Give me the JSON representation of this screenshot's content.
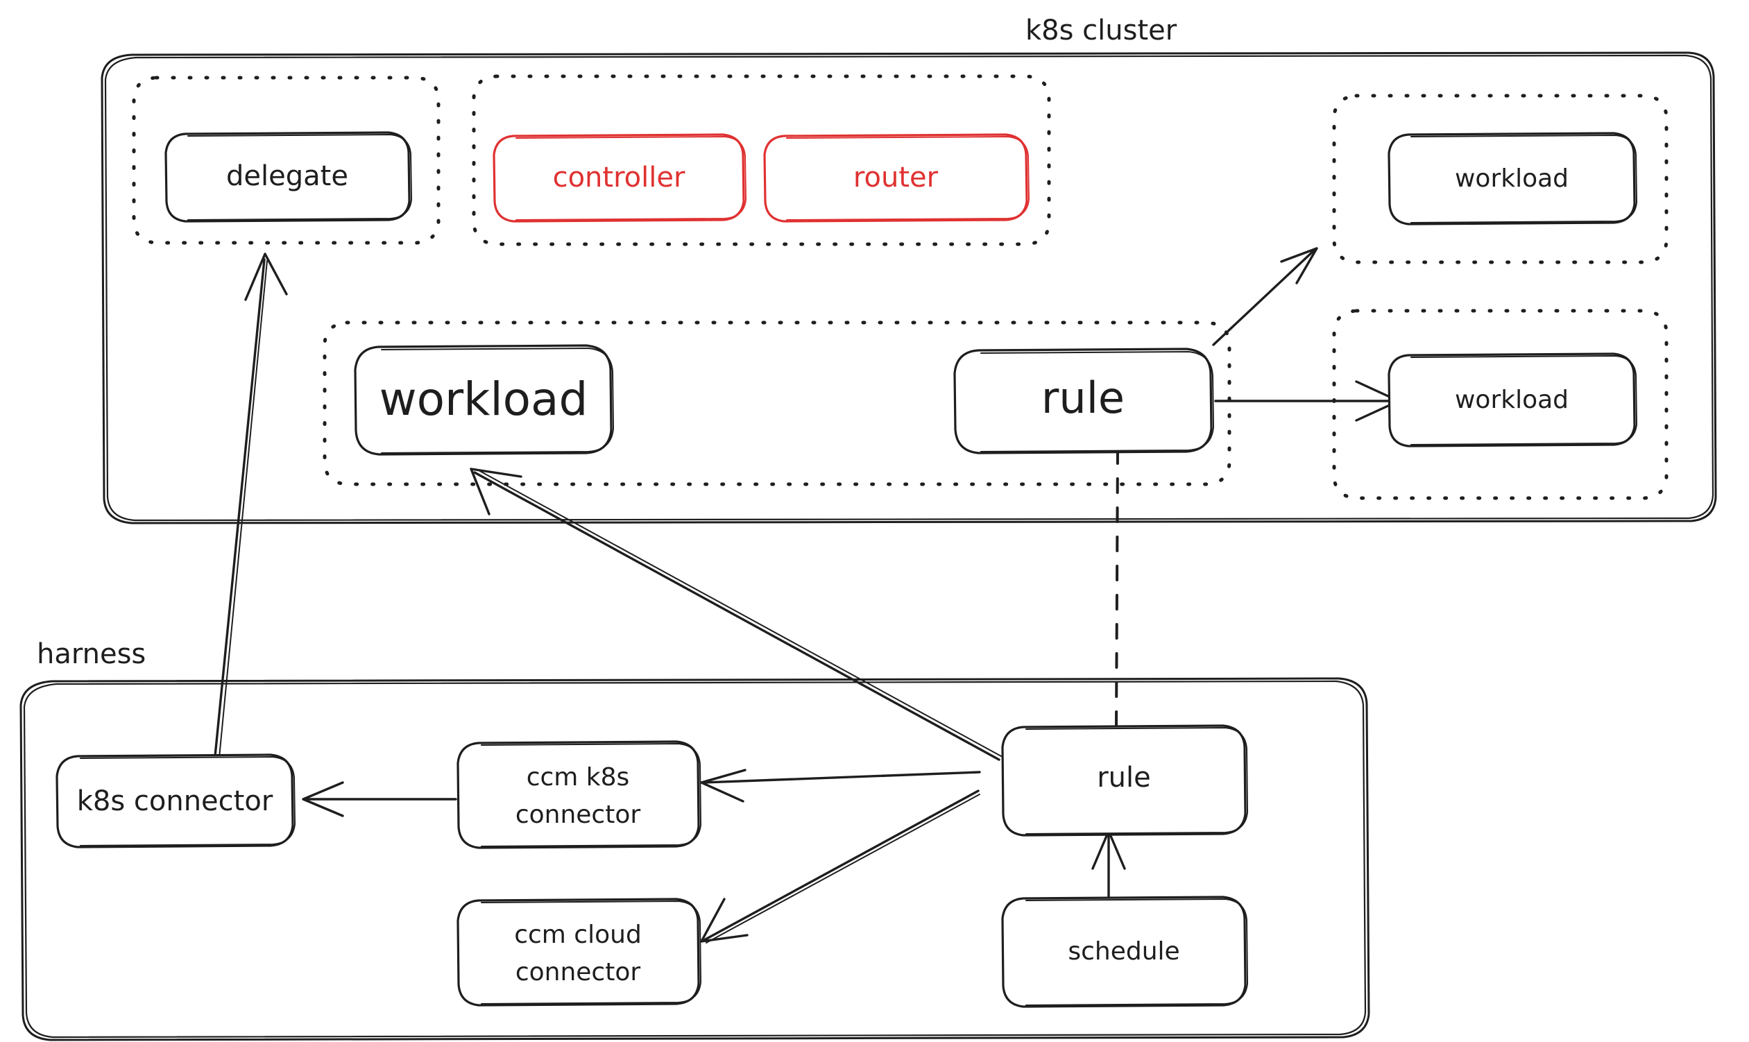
{
  "diagram": {
    "type": "architecture-diagram",
    "style": "hand-drawn",
    "background": "#ffffff",
    "stroke_color": "#1e1e1e",
    "accent_color": "#e03131"
  },
  "groups": [
    {
      "id": "k8s-cluster",
      "label": "k8s cluster",
      "label_align": "top-center",
      "border": "solid"
    },
    {
      "id": "harness",
      "label": "harness",
      "label_align": "top-left",
      "border": "solid"
    }
  ],
  "subgroups": [
    {
      "id": "delegate-ns",
      "label": "",
      "border": "dotted",
      "parent": "k8s-cluster"
    },
    {
      "id": "system-ns",
      "label": "",
      "border": "dotted",
      "parent": "k8s-cluster"
    },
    {
      "id": "workload-ns-top",
      "label": "",
      "border": "dotted",
      "parent": "k8s-cluster"
    },
    {
      "id": "workload-ns-bottom",
      "label": "",
      "border": "dotted",
      "parent": "k8s-cluster"
    },
    {
      "id": "app-ns",
      "label": "",
      "border": "dotted",
      "parent": "k8s-cluster"
    }
  ],
  "nodes": [
    {
      "id": "delegate",
      "label": "delegate",
      "color": "#1e1e1e",
      "size": "md",
      "group": "delegate-ns"
    },
    {
      "id": "controller",
      "label": "controller",
      "color": "#e03131",
      "size": "md",
      "group": "system-ns"
    },
    {
      "id": "router",
      "label": "router",
      "color": "#e03131",
      "size": "md",
      "group": "system-ns"
    },
    {
      "id": "workload-top-right",
      "label": "workload",
      "color": "#1e1e1e",
      "size": "sm",
      "group": "workload-ns-top"
    },
    {
      "id": "workload-bot-right",
      "label": "workload",
      "color": "#1e1e1e",
      "size": "sm",
      "group": "workload-ns-bottom"
    },
    {
      "id": "workload-main",
      "label": "workload",
      "color": "#1e1e1e",
      "size": "xl",
      "group": "app-ns"
    },
    {
      "id": "rule-cluster",
      "label": "rule",
      "color": "#1e1e1e",
      "size": "lg",
      "group": "app-ns"
    },
    {
      "id": "k8s-connector",
      "label": "k8s connector",
      "color": "#1e1e1e",
      "size": "md",
      "group": "harness"
    },
    {
      "id": "ccm-k8s-connector",
      "label": "ccm k8s\nconnector",
      "color": "#1e1e1e",
      "size": "sm",
      "group": "harness"
    },
    {
      "id": "ccm-cloud-connector",
      "label": "ccm cloud\nconnector",
      "color": "#1e1e1e",
      "size": "sm",
      "group": "harness"
    },
    {
      "id": "rule-harness",
      "label": "rule",
      "color": "#1e1e1e",
      "size": "md",
      "group": "harness"
    },
    {
      "id": "schedule",
      "label": "schedule",
      "color": "#1e1e1e",
      "size": "sm",
      "group": "harness"
    }
  ],
  "node_text": {
    "delegate": "delegate",
    "controller": "controller",
    "router": "router",
    "workload_top_right": "workload",
    "workload_bot_right": "workload",
    "workload_main": "workload",
    "rule_cluster": "rule",
    "k8s_connector": "k8s connector",
    "ccm_k8s_connector_line1": "ccm k8s",
    "ccm_k8s_connector_line2": "connector",
    "ccm_cloud_connector_line1": "ccm cloud",
    "ccm_cloud_connector_line2": "connector",
    "rule_harness": "rule",
    "schedule": "schedule"
  },
  "group_text": {
    "k8s_cluster": "k8s cluster",
    "harness": "harness"
  },
  "edges": [
    {
      "id": "e1",
      "from": "k8s-connector",
      "to": "delegate",
      "style": "solid",
      "arrow": "end"
    },
    {
      "id": "e2",
      "from": "rule-harness",
      "to": "workload-main",
      "style": "solid",
      "arrow": "end"
    },
    {
      "id": "e3",
      "from": "rule-cluster",
      "to": "workload-top-right",
      "style": "solid",
      "arrow": "end"
    },
    {
      "id": "e4",
      "from": "rule-cluster",
      "to": "workload-bot-right",
      "style": "solid",
      "arrow": "end"
    },
    {
      "id": "e5",
      "from": "rule-cluster",
      "to": "rule-harness",
      "style": "dashed",
      "arrow": "none"
    },
    {
      "id": "e6",
      "from": "ccm-k8s-connector",
      "to": "k8s-connector",
      "style": "solid",
      "arrow": "end"
    },
    {
      "id": "e7",
      "from": "rule-harness",
      "to": "ccm-k8s-connector",
      "style": "solid",
      "arrow": "end"
    },
    {
      "id": "e8",
      "from": "rule-harness",
      "to": "ccm-cloud-connector",
      "style": "solid",
      "arrow": "end"
    },
    {
      "id": "e9",
      "from": "schedule",
      "to": "rule-harness",
      "style": "solid",
      "arrow": "end"
    }
  ]
}
